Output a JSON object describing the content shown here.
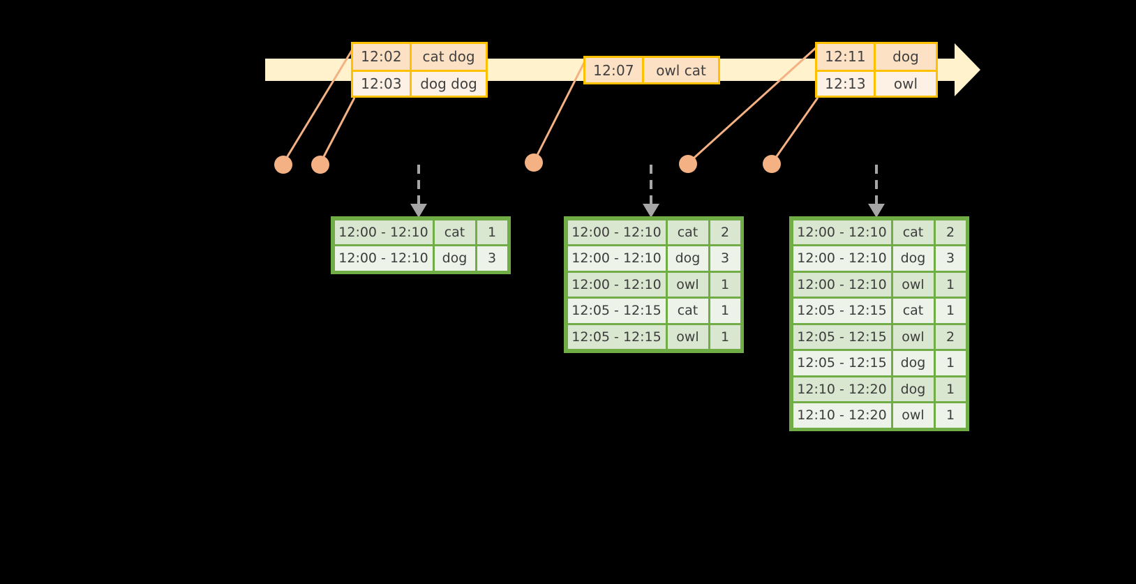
{
  "diagram": {
    "title": "sliding-window-word-count-timeline",
    "colors": {
      "timeline_fill": "#FFF2CC",
      "event_border": "#FFC000",
      "event_fill_dark": "#FCE1C4",
      "event_fill_light": "#FDF1E5",
      "connector": "#F4B183",
      "table_border": "#70AD47",
      "table_fill_dark": "#D9E6D0",
      "table_fill_light": "#EDF3E8",
      "dashed_arrow": "#A6A6A6",
      "background": "#000000"
    }
  },
  "timeline": {
    "name": "event-timeline-arrow",
    "direction": "right"
  },
  "event_groups": [
    {
      "name": "event-group-1",
      "rows": [
        {
          "time": "12:02",
          "words": "cat dog"
        },
        {
          "time": "12:03",
          "words": "dog dog"
        }
      ]
    },
    {
      "name": "event-group-2",
      "rows": [
        {
          "time": "12:07",
          "words": "owl cat"
        }
      ]
    },
    {
      "name": "event-group-3",
      "rows": [
        {
          "time": "12:11",
          "words": "dog"
        },
        {
          "time": "12:13",
          "words": "owl"
        }
      ]
    }
  ],
  "result_tables": [
    {
      "name": "result-table-1",
      "rows": [
        {
          "window": "12:00 - 12:10",
          "word": "cat",
          "count": "1"
        },
        {
          "window": "12:00 - 12:10",
          "word": "dog",
          "count": "3"
        }
      ]
    },
    {
      "name": "result-table-2",
      "rows": [
        {
          "window": "12:00 - 12:10",
          "word": "cat",
          "count": "2"
        },
        {
          "window": "12:00 - 12:10",
          "word": "dog",
          "count": "3"
        },
        {
          "window": "12:00 - 12:10",
          "word": "owl",
          "count": "1"
        },
        {
          "window": "12:05 - 12:15",
          "word": "cat",
          "count": "1"
        },
        {
          "window": "12:05 - 12:15",
          "word": "owl",
          "count": "1"
        }
      ]
    },
    {
      "name": "result-table-3",
      "rows": [
        {
          "window": "12:00 - 12:10",
          "word": "cat",
          "count": "2"
        },
        {
          "window": "12:00 - 12:10",
          "word": "dog",
          "count": "3"
        },
        {
          "window": "12:00 - 12:10",
          "word": "owl",
          "count": "1"
        },
        {
          "window": "12:05 - 12:15",
          "word": "cat",
          "count": "1"
        },
        {
          "window": "12:05 - 12:15",
          "word": "owl",
          "count": "2"
        },
        {
          "window": "12:05 - 12:15",
          "word": "dog",
          "count": "1"
        },
        {
          "window": "12:10 - 12:20",
          "word": "dog",
          "count": "1"
        },
        {
          "window": "12:10 - 12:20",
          "word": "owl",
          "count": "1"
        }
      ]
    }
  ]
}
